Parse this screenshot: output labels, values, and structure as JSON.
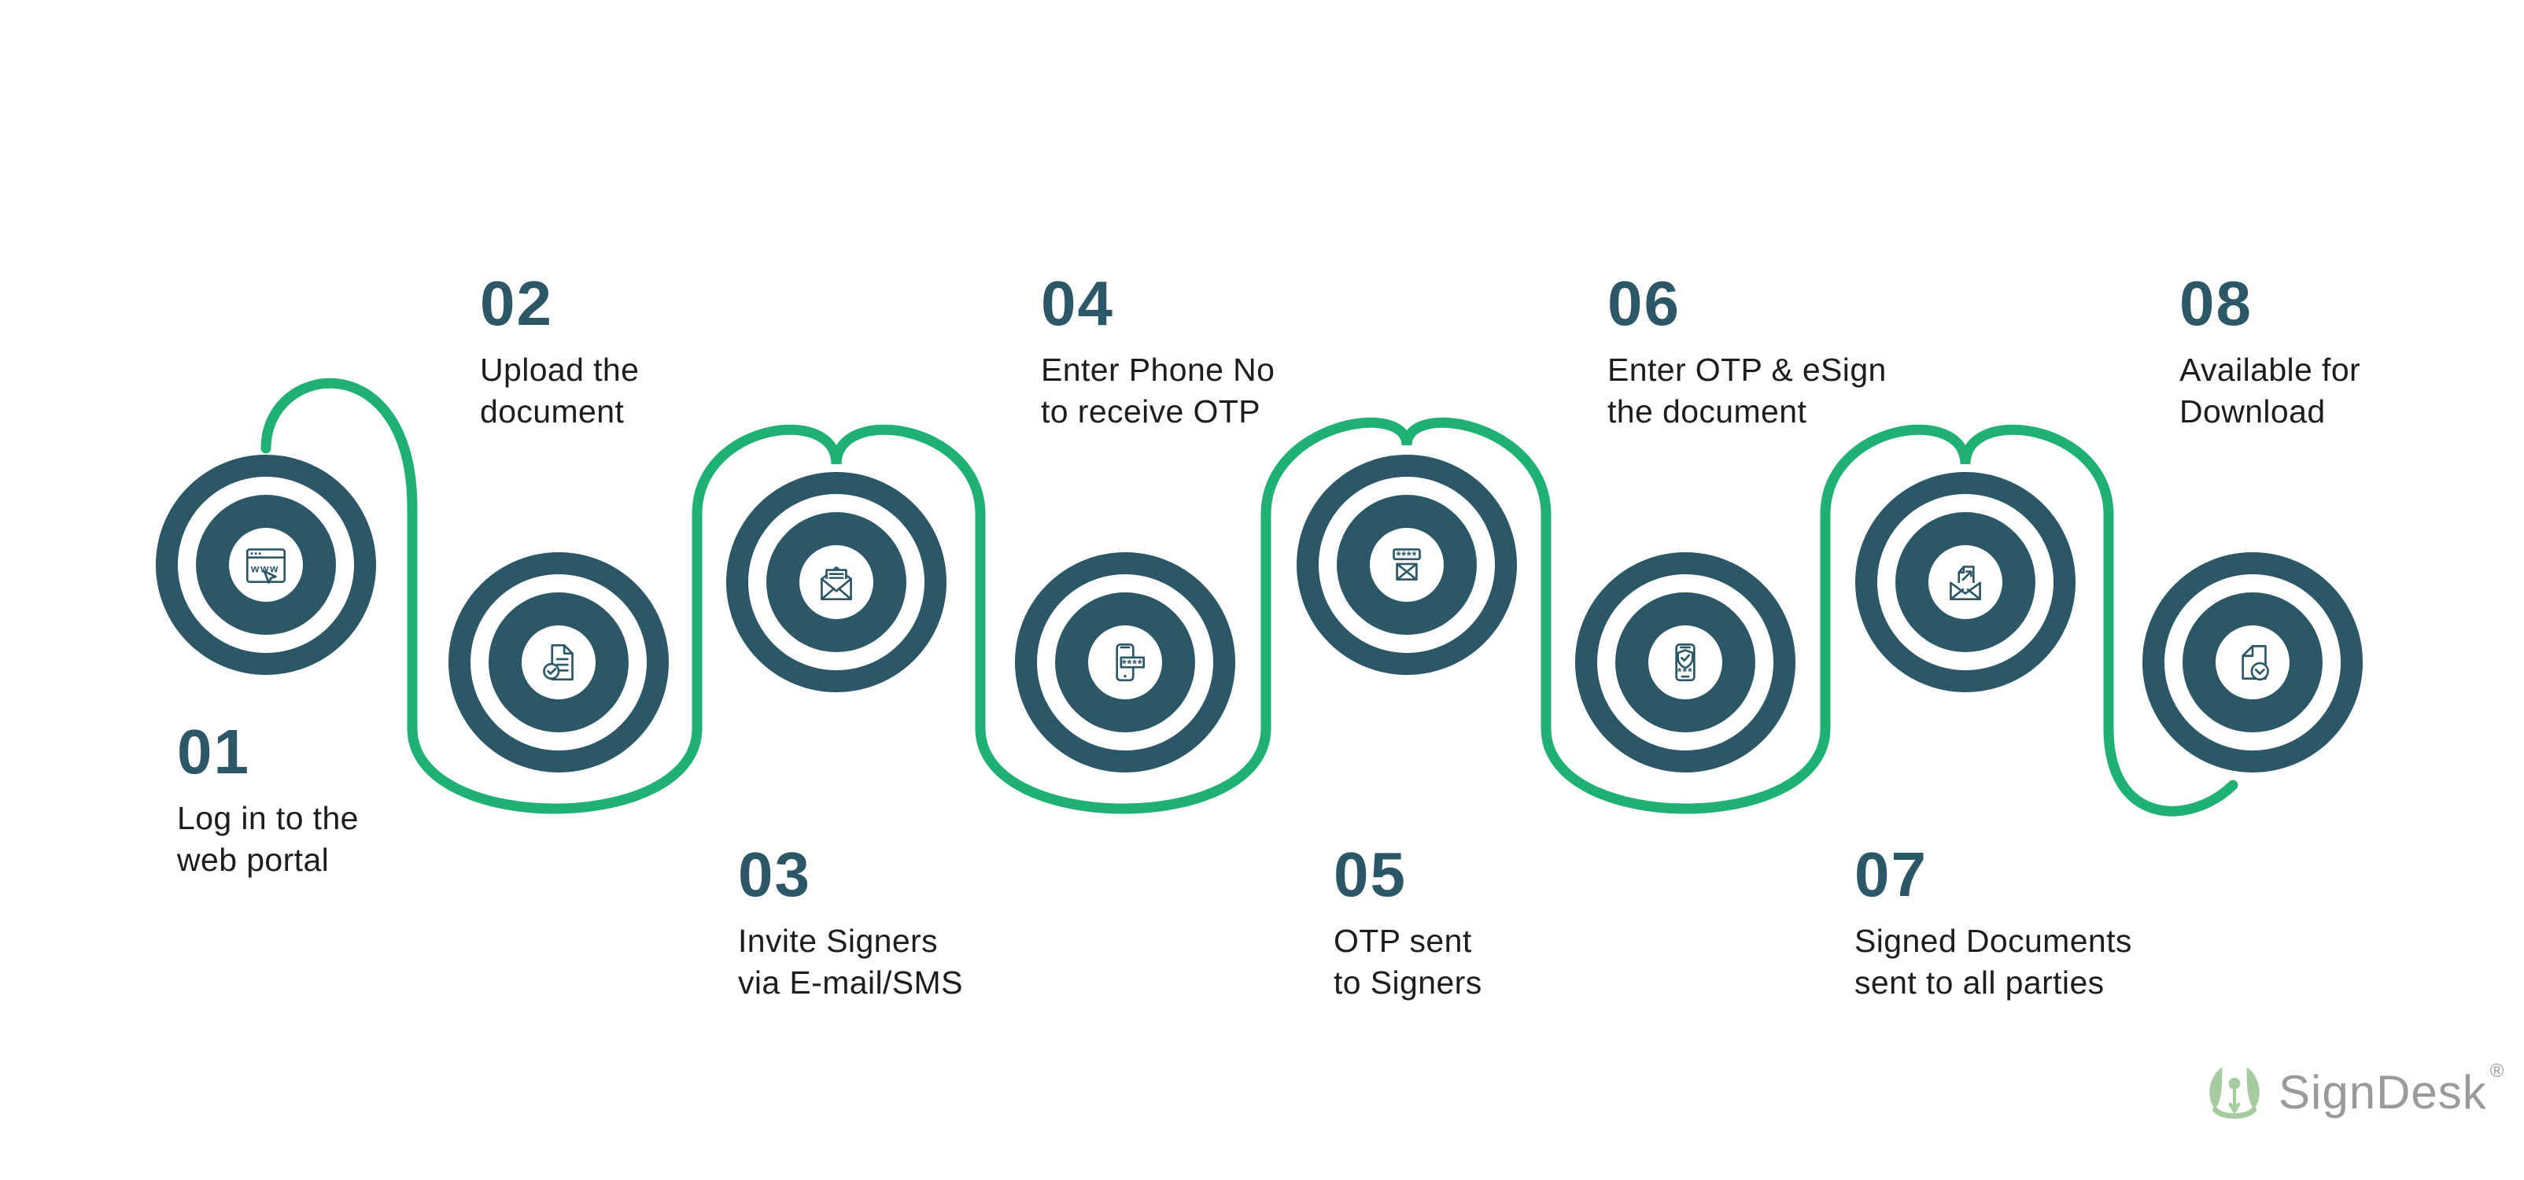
{
  "colors": {
    "accent_green": "#1eb173",
    "circle_teal": "#2b5767",
    "number_teal": "#2b5767",
    "label_text": "#1d1d1d",
    "logo_green": "#a7cba0",
    "logo_gray": "#9a9a9a"
  },
  "steps": [
    {
      "number": "01",
      "label_line1": "Log in to the",
      "label_line2": "web portal",
      "icon": "browser-www-icon",
      "icon_text": "www",
      "text_position": "below"
    },
    {
      "number": "02",
      "label_line1": "Upload the",
      "label_line2": "document",
      "icon": "document-approved-icon",
      "icon_text": "",
      "text_position": "above"
    },
    {
      "number": "03",
      "label_line1": "Invite Signers",
      "label_line2": "via E-mail/SMS",
      "icon": "open-envelope-invite-icon",
      "icon_text": "",
      "text_position": "below"
    },
    {
      "number": "04",
      "label_line1": "Enter Phone No",
      "label_line2": "to receive OTP",
      "icon": "phone-otp-entry-icon",
      "icon_text": "****",
      "text_position": "above"
    },
    {
      "number": "05",
      "label_line1": "OTP sent",
      "label_line2": "to Signers",
      "icon": "otp-message-icon",
      "icon_text": "****",
      "text_position": "below"
    },
    {
      "number": "06",
      "label_line1": "Enter OTP & eSign",
      "label_line2": "the document",
      "icon": "phone-esign-shield-icon",
      "icon_text": "***",
      "text_position": "above"
    },
    {
      "number": "07",
      "label_line1": "Signed Documents",
      "label_line2": "sent to all parties",
      "icon": "envelope-send-document-icon",
      "icon_text": "",
      "text_position": "below"
    },
    {
      "number": "08",
      "label_line1": "Available for",
      "label_line2": "Download",
      "icon": "document-download-icon",
      "icon_text": "",
      "text_position": "above"
    }
  ],
  "logo": {
    "brand": "SignDesk",
    "registered_mark": "®",
    "icon": "signdesk-wreath-pen-icon"
  }
}
